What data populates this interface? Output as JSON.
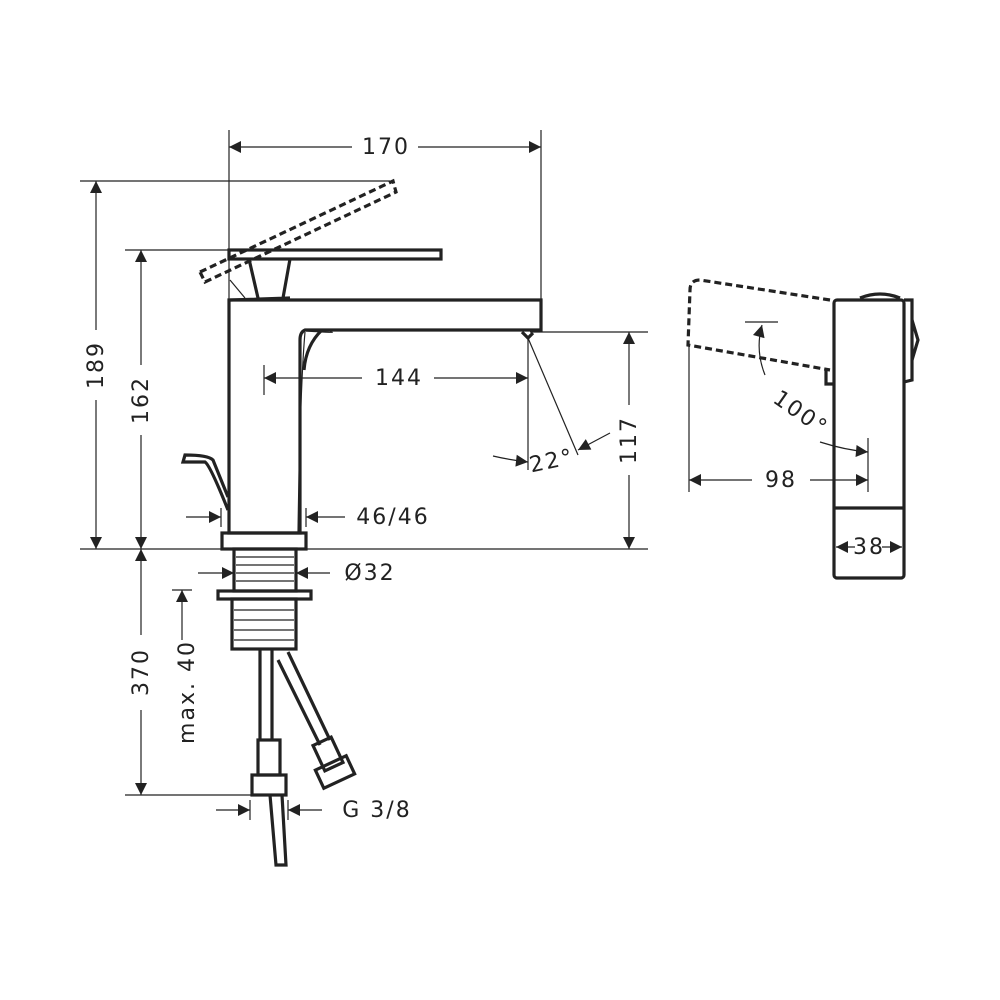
{
  "drawing": {
    "title": "Basin mixer dimension drawing",
    "dimensions": {
      "overall_length": "170",
      "overall_height": "189",
      "spout_height_to_lever": "162",
      "spout_reach": "144",
      "outlet_height": "117",
      "spout_angle": "22°",
      "body_section": "46/46",
      "shank_diameter": "Ø32",
      "max_counter_thickness": "max. 40",
      "hose_length": "370",
      "connection_thread": "G 3/8",
      "side_depth": "98",
      "lever_rotation": "100°",
      "side_width": "38"
    },
    "colors": {
      "line": "#222222",
      "background": "#ffffff"
    }
  }
}
